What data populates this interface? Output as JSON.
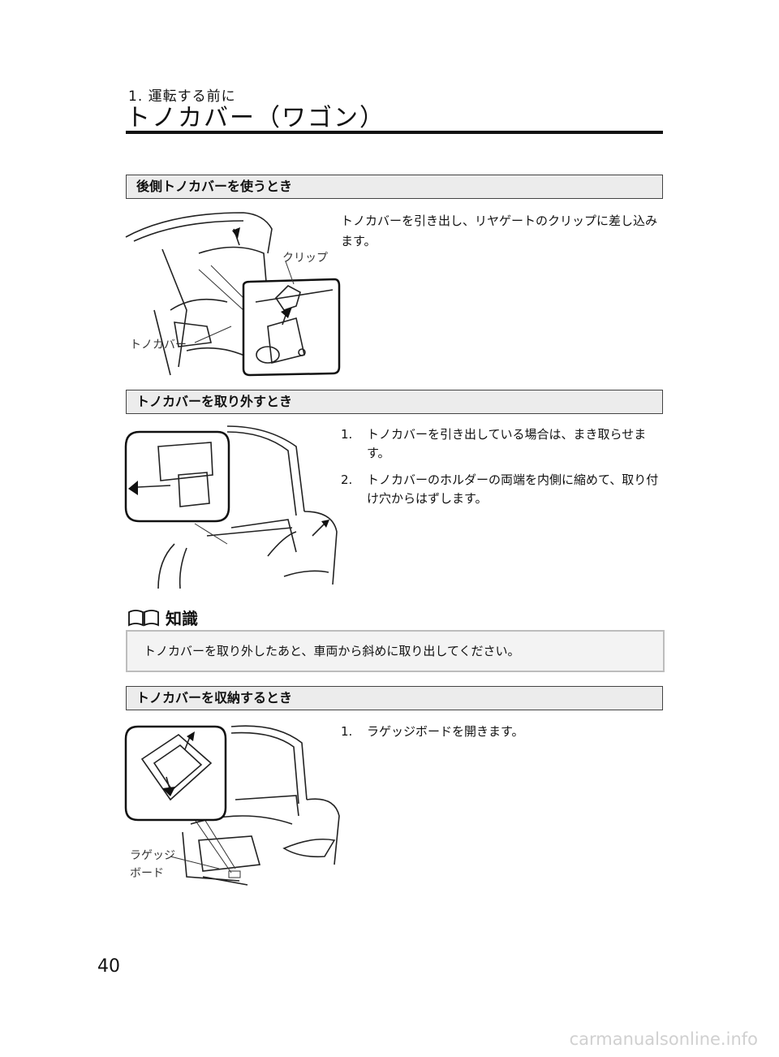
{
  "header": {
    "chapter": "1. 運転する前に",
    "title": "トノカバー（ワゴン）"
  },
  "sections": [
    {
      "heading": "後側トノカバーを使うとき",
      "body": "トノカバーを引き出し、リヤゲートのクリップに差し込みます。",
      "callouts": [
        "クリップ",
        "トノカバー"
      ]
    },
    {
      "heading": "トノカバーを取り外すとき",
      "steps": [
        {
          "num": "1.",
          "text": "トノカバーを引き出している場合は、まき取らせます。"
        },
        {
          "num": "2.",
          "text": "トノカバーのホルダーの両端を内側に縮めて、取り付け穴からはずします。"
        }
      ]
    },
    {
      "heading": "トノカバーを収納するとき",
      "steps": [
        {
          "num": "1.",
          "text": "ラゲッジボードを開きます。"
        }
      ],
      "callouts": [
        "ラゲッジ",
        "ボード"
      ]
    }
  ],
  "note": {
    "heading": "知識",
    "icon": "book-icon",
    "text": "トノカバーを取り外したあと、車両から斜めに取り出してください。"
  },
  "footer": {
    "page_number": "40",
    "watermark": "carmanualsonline.info"
  }
}
